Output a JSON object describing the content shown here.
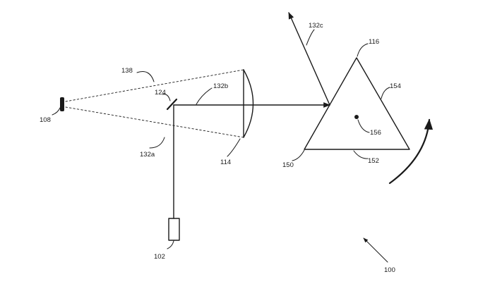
{
  "figure": {
    "labels": {
      "light_source": "102",
      "detector": "108",
      "lens": "114",
      "prism": "116",
      "mirror": "124",
      "beam_a": "132a",
      "beam_b": "132b",
      "beam_c": "132c",
      "field_of_view": "138",
      "prism_face_left": "150",
      "prism_face_bottom": "152",
      "prism_face_right": "154",
      "rotation_axis": "156",
      "system": "100"
    }
  }
}
